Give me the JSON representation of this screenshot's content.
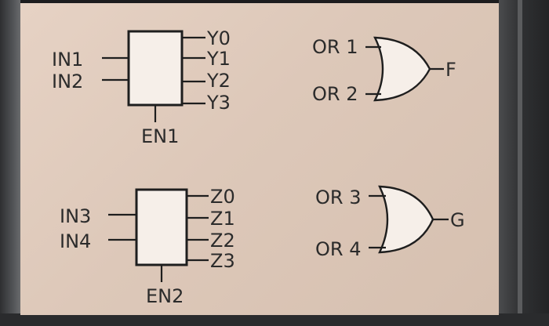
{
  "decoders": [
    {
      "inputs": [
        "IN1",
        "IN2"
      ],
      "outputs": [
        "Y0",
        "Y1",
        "Y2",
        "Y3"
      ],
      "enable": "EN1"
    },
    {
      "inputs": [
        "IN3",
        "IN4"
      ],
      "outputs": [
        "Z0",
        "Z1",
        "Z2",
        "Z3"
      ],
      "enable": "EN2"
    }
  ],
  "or_gates": [
    {
      "inputs": [
        "OR 1",
        "OR 2"
      ],
      "output": "F"
    },
    {
      "inputs": [
        "OR 3",
        "OR 4"
      ],
      "output": "G"
    }
  ],
  "colors": {
    "panel": "#e2cdbf",
    "block_fill": "#f6efe9",
    "line": "#1e1e1e",
    "text": "#2b2b2b"
  }
}
